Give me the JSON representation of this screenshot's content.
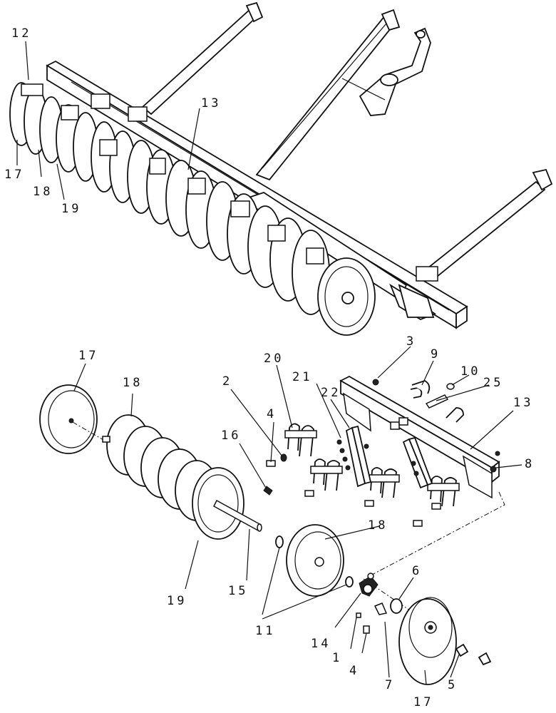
{
  "callouts": {
    "top": [
      "12",
      "13",
      "17",
      "18",
      "19"
    ],
    "exploded": [
      "17",
      "18",
      "19",
      "15",
      "16",
      "4",
      "2",
      "20",
      "21",
      "22",
      "3",
      "9",
      "10",
      "25",
      "13",
      "8",
      "18",
      "11",
      "14",
      "1",
      "4",
      "6",
      "7",
      "17",
      "5"
    ]
  }
}
